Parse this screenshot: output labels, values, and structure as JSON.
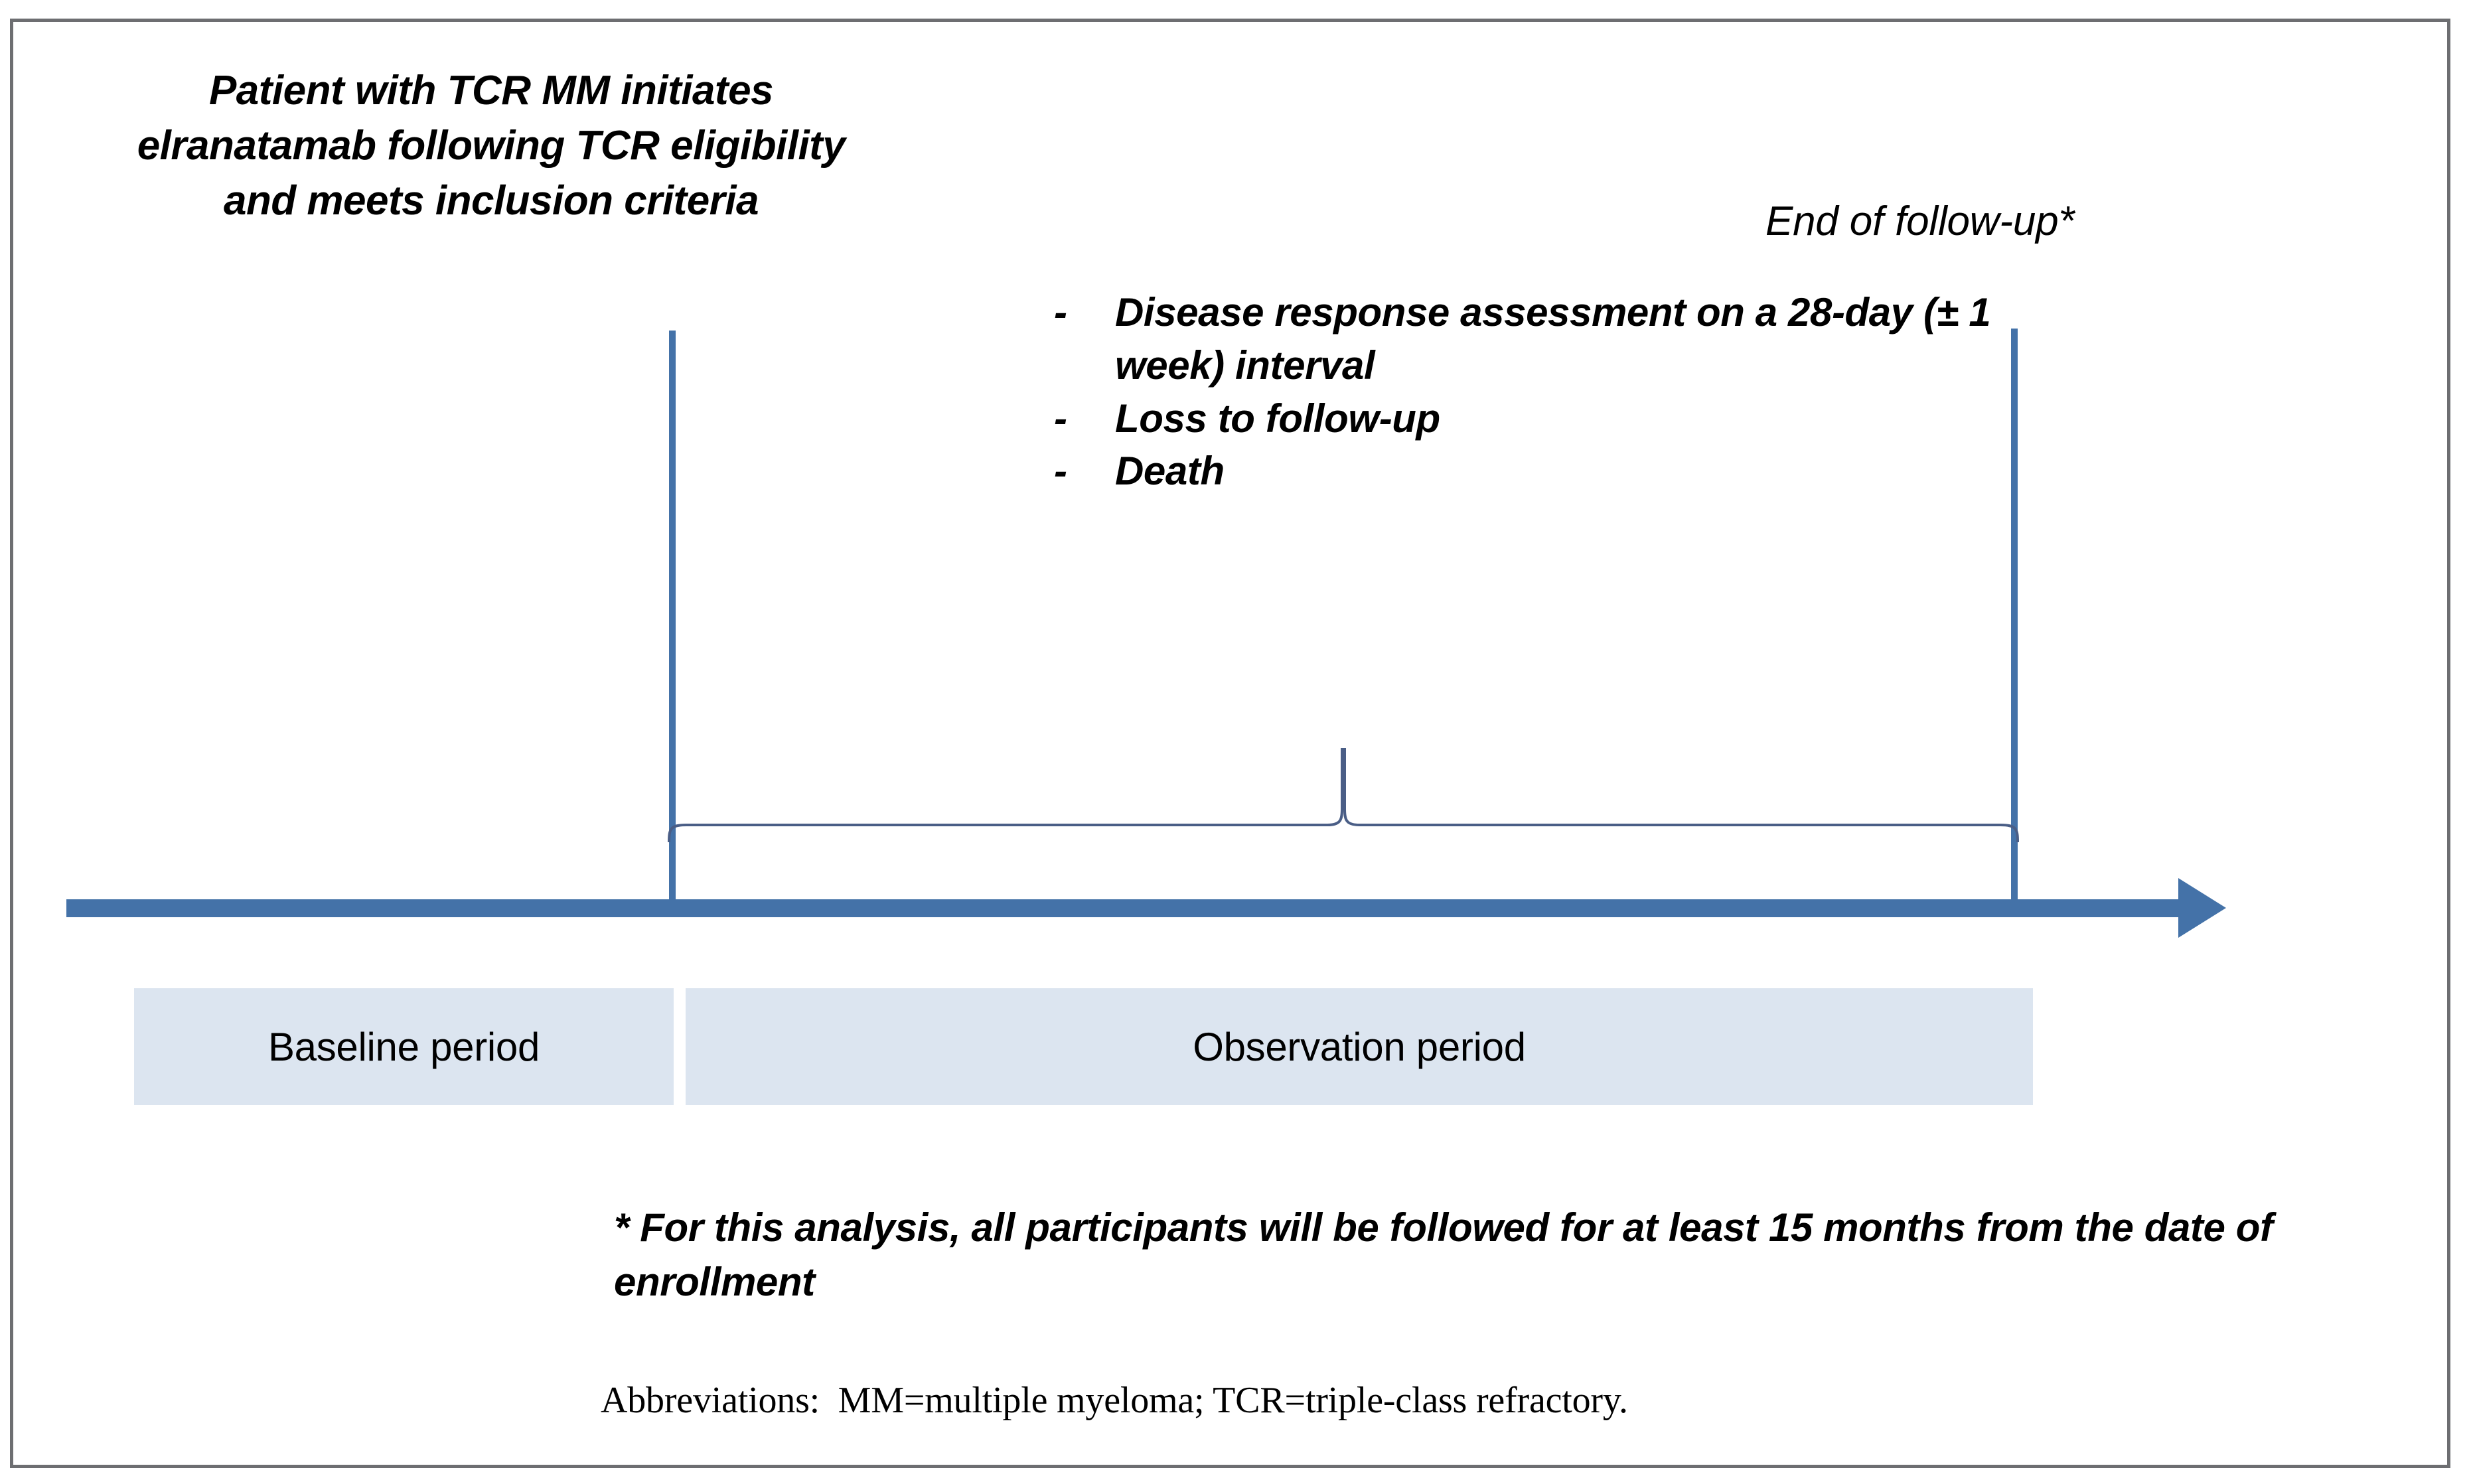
{
  "figure": {
    "border_color": "#6d6e71",
    "accent_color": "#4472a8",
    "period_fill_color": "#dce5f0",
    "background_color": "#ffffff"
  },
  "timeline": {
    "start_label": "Patient with TCR MM initiates elranatamab following TCR eligibility and meets inclusion criteria",
    "end_label": "End of follow-up*",
    "events": [
      {
        "marker": "-",
        "text": "Disease response  assessment on a 28-day (± 1 week) interval"
      },
      {
        "marker": "-",
        "text": "Loss to follow-up"
      },
      {
        "marker": "-",
        "text": "Death"
      }
    ],
    "periods": [
      {
        "label": "Baseline period"
      },
      {
        "label": "Observation period"
      }
    ]
  },
  "notes": {
    "footnote": "* For this analysis, all participants will be followed for at least 15 months from the date of enrollment",
    "abbreviations": "Abbreviations:  MM=multiple myeloma; TCR=triple-class refractory."
  }
}
